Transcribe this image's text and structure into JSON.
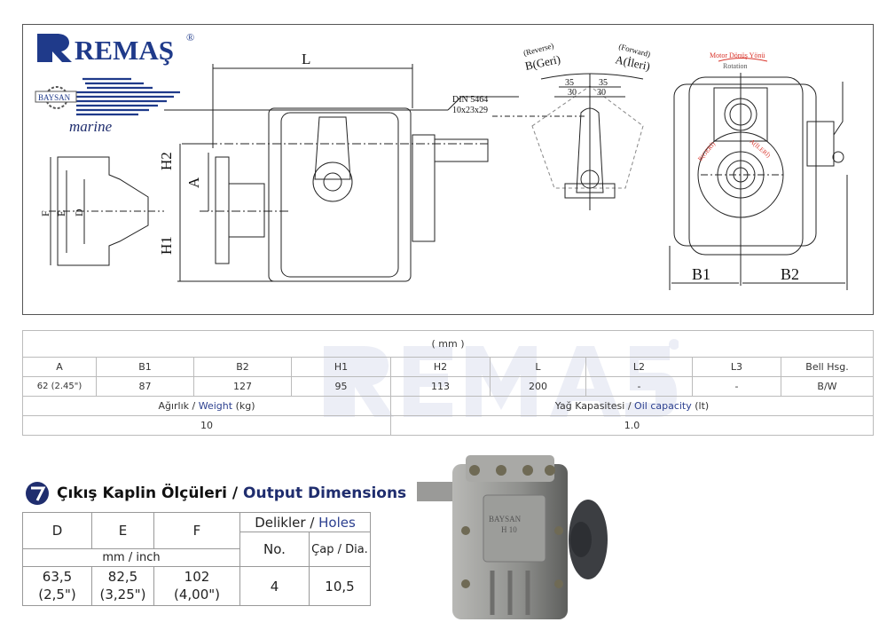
{
  "brand": {
    "name": "REMAŞ",
    "reg": "®",
    "sub_brand": "BAYSAN",
    "sub_tagline": "marine"
  },
  "drawing": {
    "labels": {
      "L": "L",
      "H2": "H2",
      "A": "A",
      "H1": "H1",
      "F": "F",
      "E": "E",
      "D": "D",
      "din": "DIN 5464",
      "spline": "10x23x29",
      "reverse": "(Reverse)",
      "b_geri": "B(Geri)",
      "forward": "(Forward)",
      "a_ileri": "A(İleri)",
      "d35a": "35",
      "d35b": "35",
      "d30a": "30",
      "d30b": "30",
      "motor": "Motor Dönüş Yönü",
      "rotation": "Rotation",
      "b_geri_caps": "B(GERİ)",
      "a_ileri_caps": "A(İLERİ)",
      "B1": "B1",
      "B2": "B2"
    }
  },
  "spec_table": {
    "unit": "( mm )",
    "headers": [
      "A",
      "B1",
      "B2",
      "H1",
      "H2",
      "L",
      "L2",
      "L3",
      "Bell Hsg."
    ],
    "values": [
      "62 (2.45\")",
      "87",
      "127",
      "95",
      "113",
      "200",
      "-",
      "-",
      "B/W"
    ],
    "weight_tr": "Ağırlık / ",
    "weight_en": "Weight",
    "weight_unit": " (kg)",
    "oil_tr": "Yağ Kapasitesi / ",
    "oil_en": "Oil capacity",
    "oil_unit": " (lt)",
    "weight": "10",
    "oil": "1.0"
  },
  "output": {
    "title_tr": "Çıkış Kaplin Ölçüleri / ",
    "title_en": "Output Dimensions",
    "headers": [
      "D",
      "E",
      "F"
    ],
    "holes_tr": "Delikler / ",
    "holes_en": "Holes",
    "no": "No.",
    "dia": "Çap / Dia.",
    "unit": "mm / inch",
    "values": [
      [
        "63,5",
        "(2,5\")"
      ],
      [
        "82,5",
        "(3,25\")"
      ],
      [
        "102",
        "(4,00\")"
      ]
    ],
    "hole_no": "4",
    "hole_dia": "10,5"
  },
  "photo": {
    "plate": "BAYSAN",
    "model": "H 10"
  },
  "colors": {
    "brand": "#1f3a8a",
    "red": "#d9342b"
  }
}
